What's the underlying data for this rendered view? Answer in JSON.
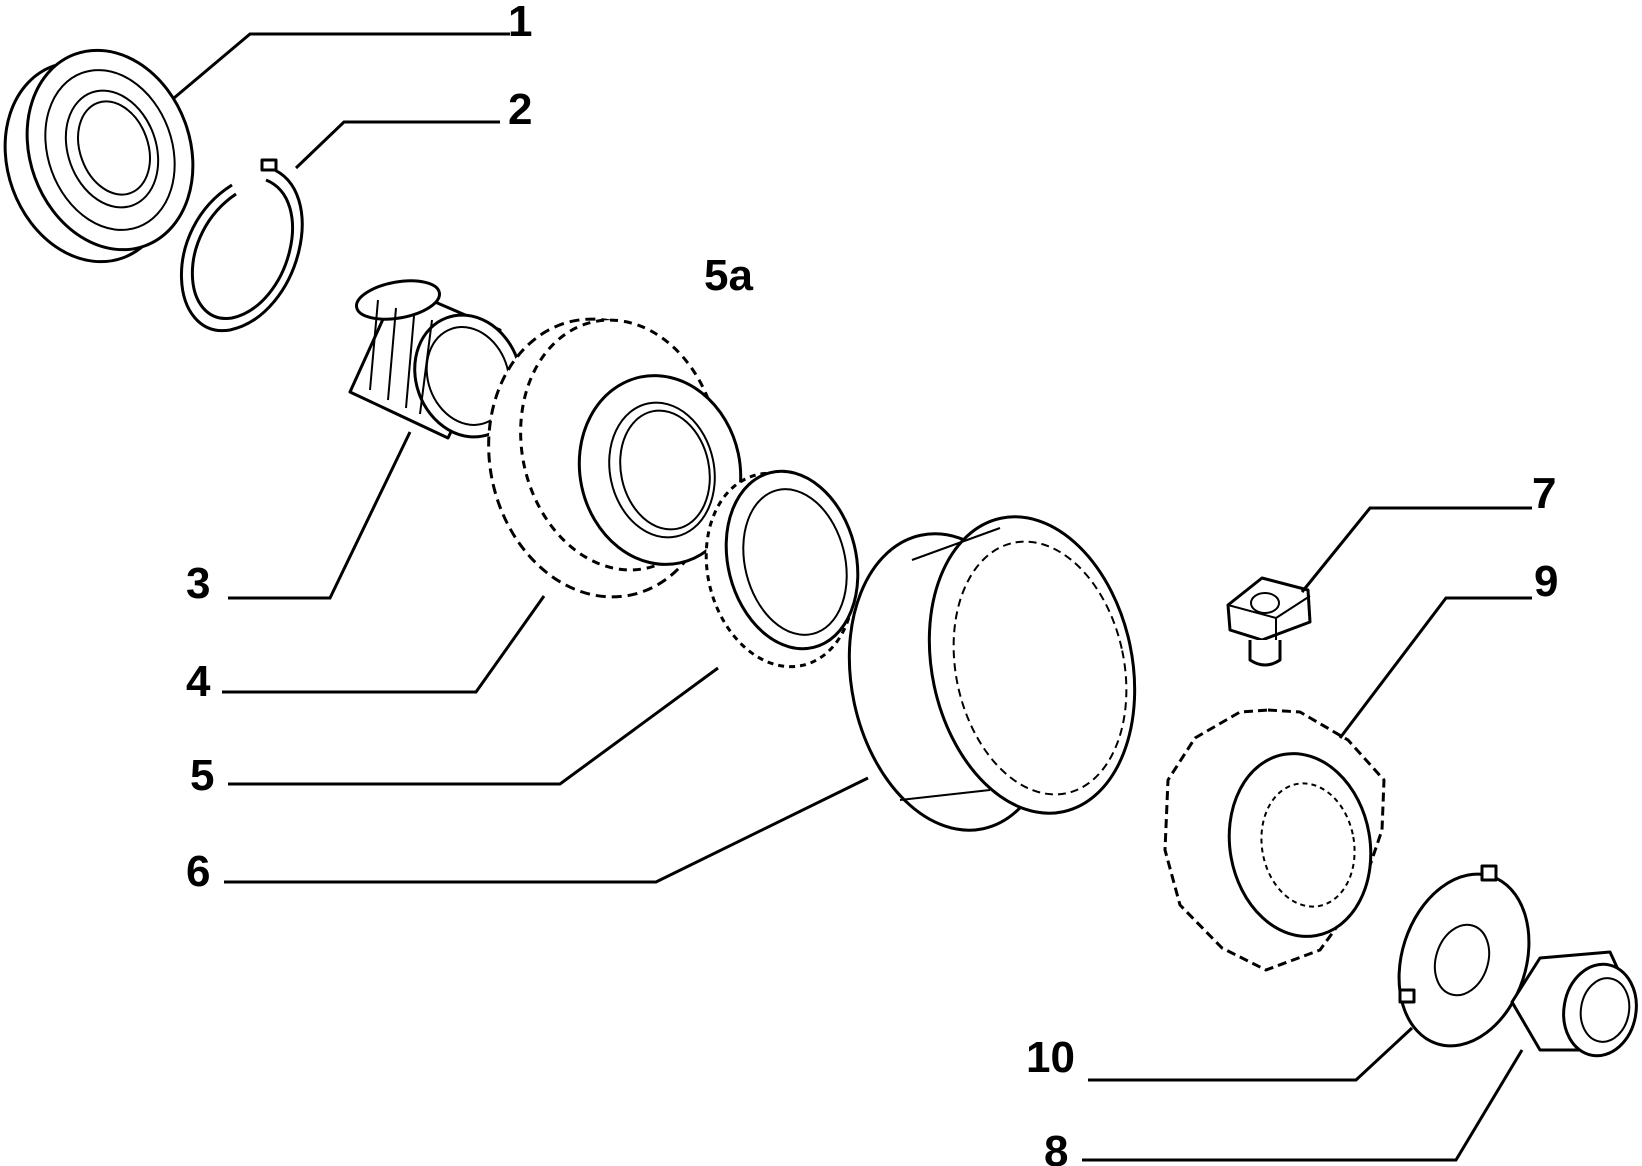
{
  "diagram": {
    "callouts": [
      {
        "id": "c1",
        "label": "1"
      },
      {
        "id": "c2",
        "label": "2"
      },
      {
        "id": "c3",
        "label": "3"
      },
      {
        "id": "c4",
        "label": "4"
      },
      {
        "id": "c5",
        "label": "5"
      },
      {
        "id": "c5a",
        "label": "5a"
      },
      {
        "id": "c6",
        "label": "6"
      },
      {
        "id": "c7",
        "label": "7"
      },
      {
        "id": "c8",
        "label": "8"
      },
      {
        "id": "c9",
        "label": "9"
      },
      {
        "id": "c10",
        "label": "10"
      }
    ]
  }
}
